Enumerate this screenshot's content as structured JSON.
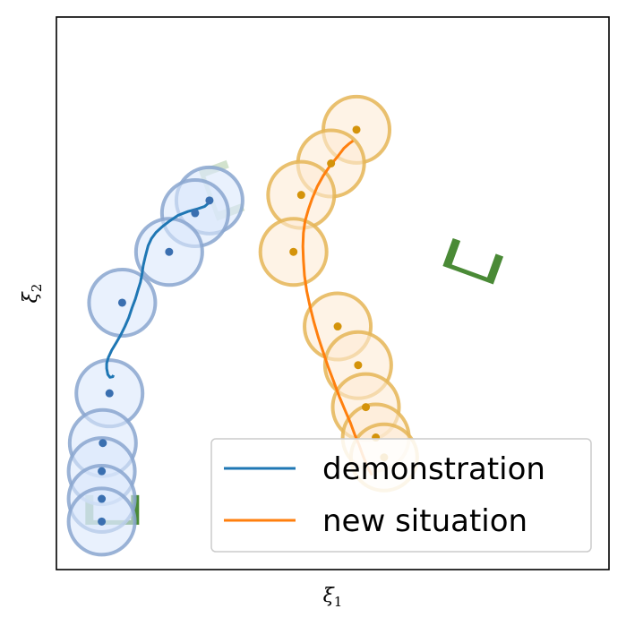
{
  "chart_data": {
    "type": "line",
    "title": "",
    "xlabel": "ξ1",
    "ylabel": "ξ2",
    "xlabel_main": "ξ",
    "xlabel_sub": "1",
    "ylabel_main": "ξ",
    "ylabel_sub": "2",
    "xlim": [
      0,
      1
    ],
    "ylim": [
      0,
      1
    ],
    "grid": false,
    "ticks": false,
    "legend_position": "bottom-right",
    "series": [
      {
        "name": "demonstration",
        "color": "#1f77b4",
        "circle_fill": "#dbe7fb",
        "circle_stroke": "#8aa6cf",
        "x": [
          0.277,
          0.275,
          0.268,
          0.256,
          0.238,
          0.22,
          0.205,
          0.192,
          0.18,
          0.172,
          0.166,
          0.161,
          0.157,
          0.155,
          0.152,
          0.148,
          0.143,
          0.137,
          0.131,
          0.124,
          0.116,
          0.108,
          0.1,
          0.094,
          0.091,
          0.091,
          0.093,
          0.097,
          0.102,
          0.103
        ],
        "y": [
          0.671,
          0.663,
          0.657,
          0.653,
          0.648,
          0.641,
          0.631,
          0.621,
          0.61,
          0.599,
          0.586,
          0.567,
          0.55,
          0.535,
          0.52,
          0.507,
          0.49,
          0.474,
          0.456,
          0.44,
          0.424,
          0.41,
          0.397,
          0.384,
          0.373,
          0.364,
          0.353,
          0.348,
          0.349,
          0.352
        ],
        "markers": {
          "x": [
            0.277,
            0.251,
            0.204,
            0.119,
            0.096,
            0.084,
            0.082,
            0.082,
            0.082
          ],
          "y": [
            0.668,
            0.645,
            0.575,
            0.483,
            0.319,
            0.229,
            0.178,
            0.128,
            0.087
          ]
        }
      },
      {
        "name": "new situation",
        "color": "#ff7f0e",
        "circle_fill": "#fdebd5",
        "circle_stroke": "#e5b556",
        "x": [
          0.537,
          0.53,
          0.52,
          0.51,
          0.496,
          0.483,
          0.472,
          0.463,
          0.456,
          0.45,
          0.447,
          0.446,
          0.447,
          0.449,
          0.453,
          0.459,
          0.466,
          0.474,
          0.483,
          0.492,
          0.502,
          0.512,
          0.522,
          0.532,
          0.54,
          0.548,
          0.554,
          0.56,
          0.566,
          0.571
        ],
        "y": [
          0.776,
          0.771,
          0.762,
          0.749,
          0.732,
          0.713,
          0.693,
          0.672,
          0.652,
          0.631,
          0.609,
          0.585,
          0.56,
          0.532,
          0.504,
          0.476,
          0.448,
          0.42,
          0.393,
          0.366,
          0.34,
          0.313,
          0.289,
          0.266,
          0.244,
          0.225,
          0.208,
          0.193,
          0.18,
          0.171
        ],
        "markers": {
          "x": [
            0.543,
            0.497,
            0.443,
            0.429,
            0.509,
            0.546,
            0.56,
            0.578,
            0.593
          ],
          "y": [
            0.796,
            0.735,
            0.678,
            0.575,
            0.44,
            0.37,
            0.294,
            0.239,
            0.203
          ]
        }
      }
    ],
    "obstacles": [
      {
        "cx": 0.299,
        "cy": 0.686,
        "angle": 70,
        "opacity": 0.25,
        "shape": "bracket-open-left"
      },
      {
        "cx": 0.754,
        "cy": 0.558,
        "angle": 20,
        "opacity": 1.0,
        "shape": "bracket-open-up"
      },
      {
        "cx": 0.101,
        "cy": 0.108,
        "angle": 0,
        "opacity": 1.0,
        "shape": "bracket-open-up"
      }
    ],
    "obstacle_color": "#4a8a36"
  }
}
